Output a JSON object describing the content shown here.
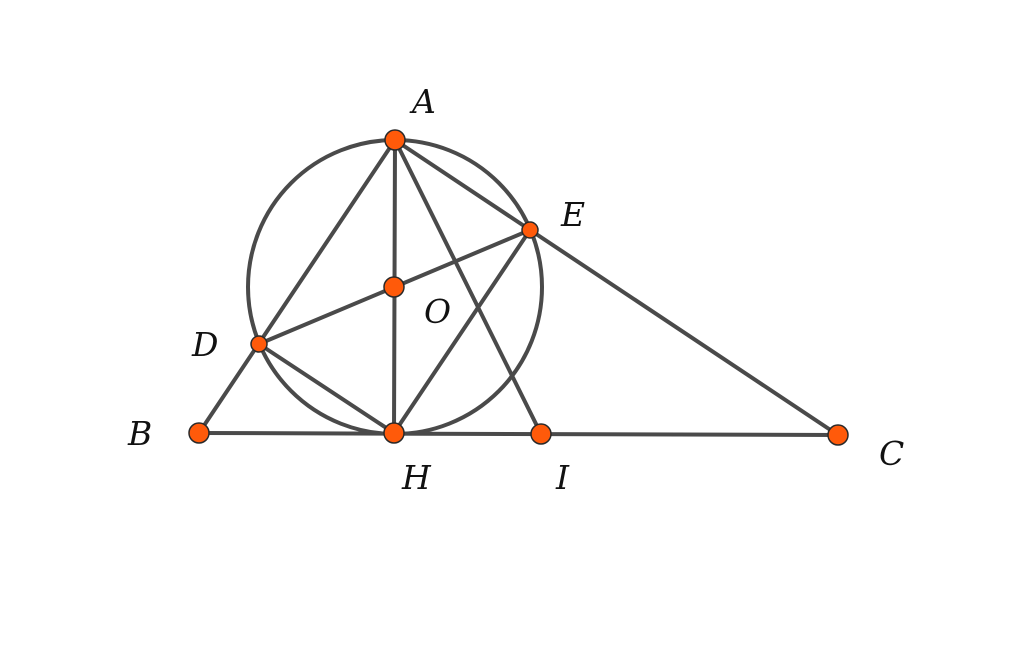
{
  "diagram": {
    "points": {
      "A": "A",
      "B": "B",
      "C": "C",
      "D": "D",
      "E": "E",
      "H": "H",
      "I": "I",
      "O": "O"
    },
    "segments": [
      [
        "B",
        "C"
      ],
      [
        "A",
        "B"
      ],
      [
        "A",
        "C"
      ],
      [
        "A",
        "H"
      ],
      [
        "A",
        "I"
      ],
      [
        "D",
        "E"
      ],
      [
        "D",
        "H"
      ],
      [
        "E",
        "H"
      ]
    ],
    "circles": [
      {
        "center": "O",
        "through": "A"
      }
    ],
    "colors": {
      "point_fill": "#ff5a0a",
      "line": "#4a4a4a",
      "label": "#111111"
    }
  }
}
